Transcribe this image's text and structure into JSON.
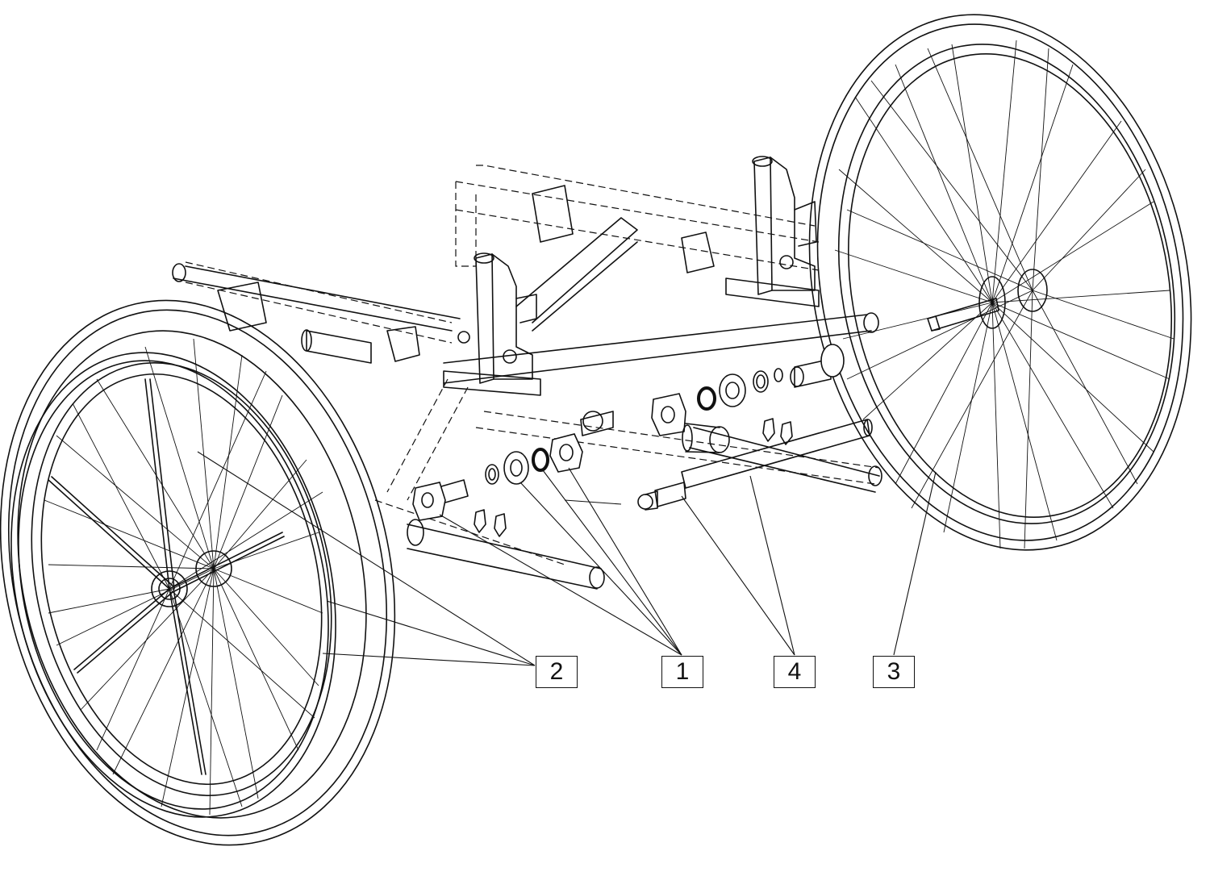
{
  "callouts": [
    {
      "id": "2",
      "label": "2"
    },
    {
      "id": "1",
      "label": "1"
    },
    {
      "id": "4",
      "label": "4"
    },
    {
      "id": "3",
      "label": "3"
    }
  ]
}
